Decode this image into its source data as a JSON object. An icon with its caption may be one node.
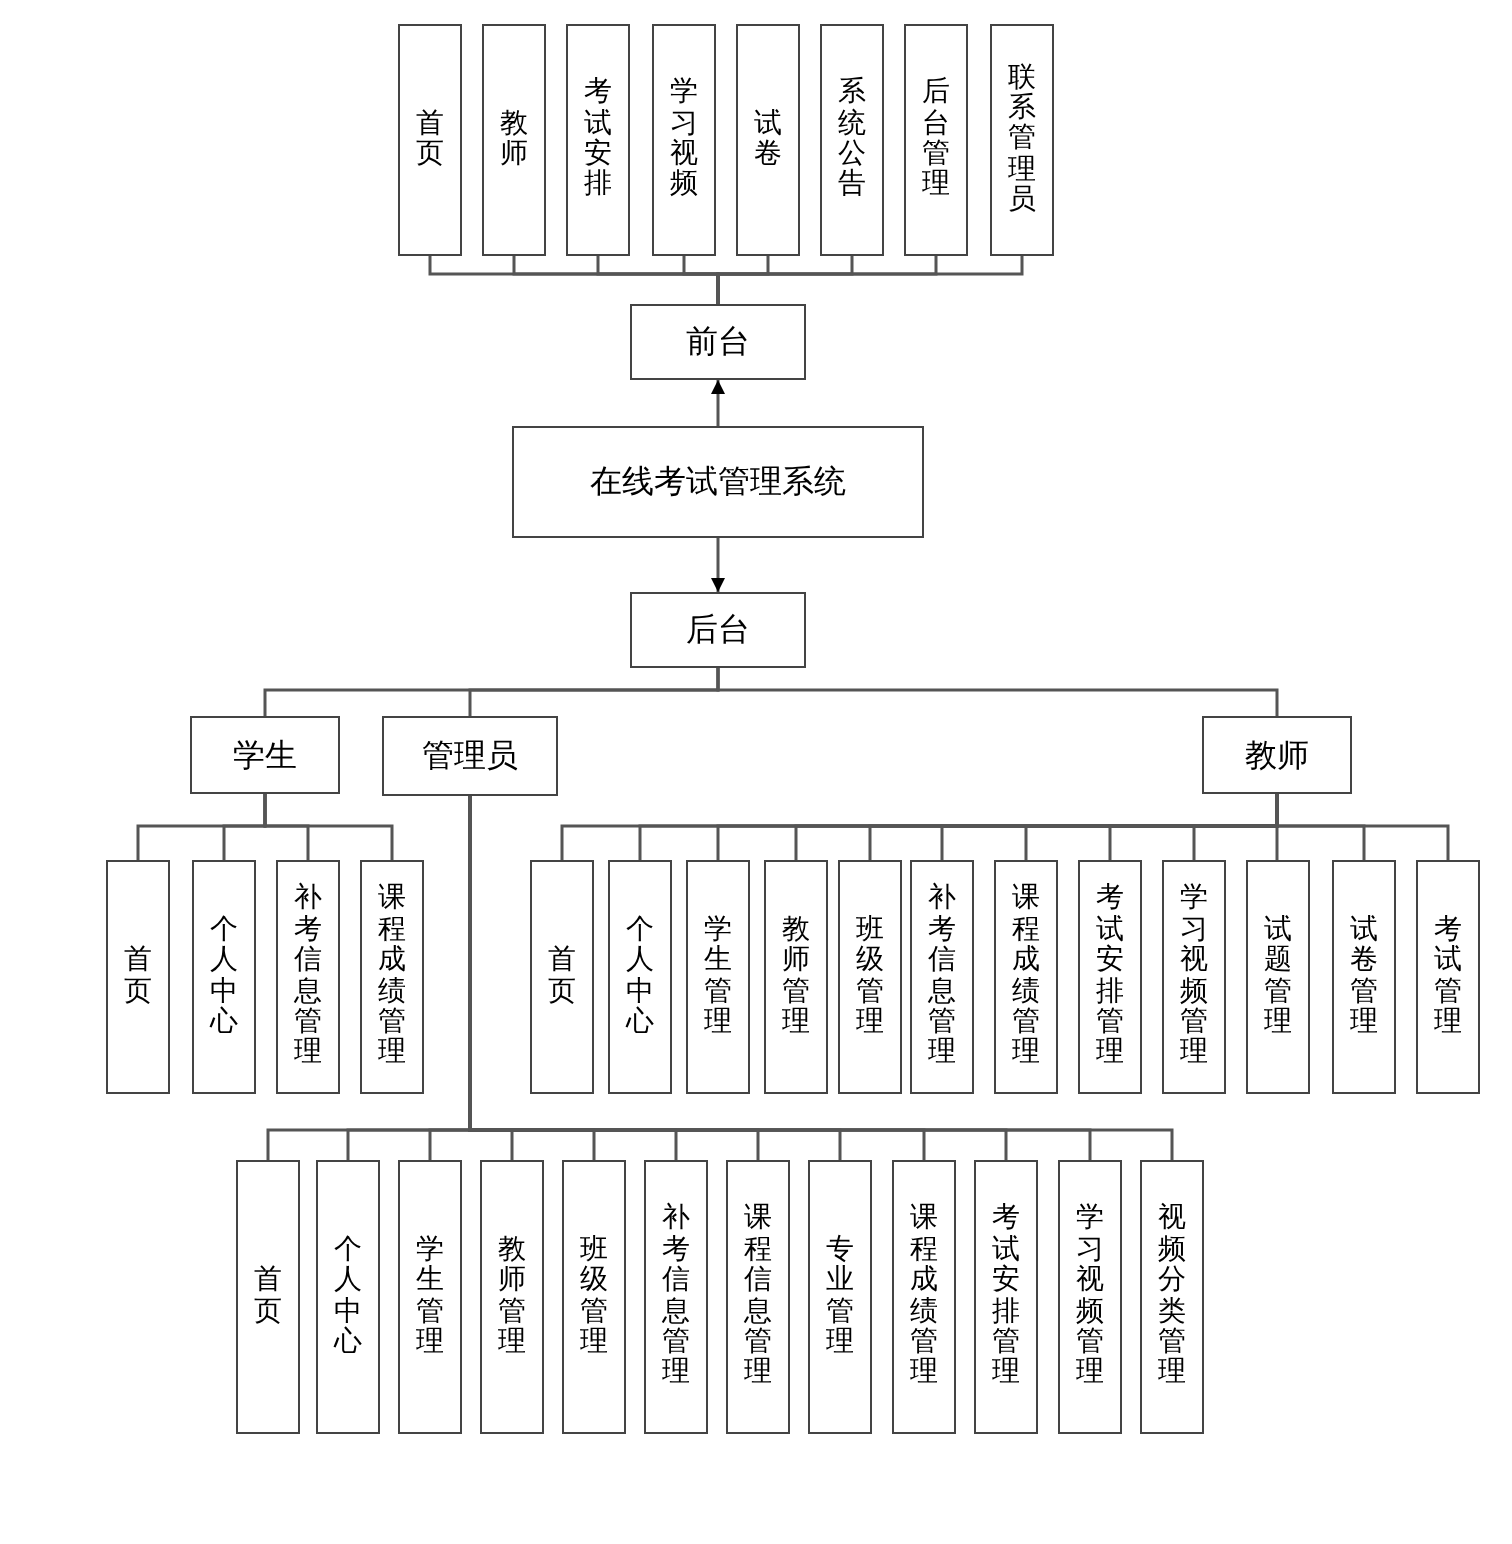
{
  "diagram": {
    "nodes": [
      {
        "text": [
          "在线考试管理系统"
        ]
      },
      {
        "text": [
          "前台"
        ]
      },
      {
        "text": [
          "首页"
        ]
      },
      {
        "text": [
          "教师"
        ]
      },
      {
        "text": [
          "考试安排"
        ]
      },
      {
        "text": [
          "学习视频"
        ]
      },
      {
        "text": [
          "试卷"
        ]
      },
      {
        "text": [
          "系统公告"
        ]
      },
      {
        "text": [
          "后台管理"
        ]
      },
      {
        "text": [
          "联系管理员"
        ]
      },
      {
        "text": [
          "后台"
        ]
      },
      {
        "text": [
          "学生"
        ]
      },
      {
        "text": [
          "管理员"
        ]
      },
      {
        "text": [
          "教师"
        ]
      },
      {
        "text": [
          "首页"
        ]
      },
      {
        "text": [
          "个人中心"
        ]
      },
      {
        "text": [
          "补考信息管理"
        ]
      },
      {
        "text": [
          "课程成绩管理"
        ]
      },
      {
        "text": [
          "首页"
        ]
      },
      {
        "text": [
          "个人中心"
        ]
      },
      {
        "text": [
          "学生管理"
        ]
      },
      {
        "text": [
          "教师管理"
        ]
      },
      {
        "text": [
          "班级管理"
        ]
      },
      {
        "text": [
          "补考信息管理"
        ]
      },
      {
        "text": [
          "课程成绩管理"
        ]
      },
      {
        "text": [
          "考试安排管理"
        ]
      },
      {
        "text": [
          "学习视频管理"
        ]
      },
      {
        "text": [
          "试题管理"
        ]
      },
      {
        "text": [
          "试卷管理"
        ]
      },
      {
        "text": [
          "考试管理"
        ]
      },
      {
        "text": [
          "首页"
        ]
      },
      {
        "text": [
          "个人中心"
        ]
      },
      {
        "text": [
          "学生管理"
        ]
      },
      {
        "text": [
          "教师管理"
        ]
      },
      {
        "text": [
          "班级管理"
        ]
      },
      {
        "text": [
          "补考信息管理"
        ]
      },
      {
        "text": [
          "课程信息管理"
        ]
      },
      {
        "text": [
          "专业管理"
        ]
      },
      {
        "text": [
          "课程成绩管理"
        ]
      },
      {
        "text": [
          "考试安排管理"
        ]
      },
      {
        "text": [
          "学习视频管理"
        ]
      },
      {
        "text": [
          "视频分类管理"
        ]
      }
    ],
    "edges": [
      {
        "from": 0,
        "to": 1,
        "arrow": "to"
      },
      {
        "from": 1,
        "to": 2,
        "arrow": "none"
      },
      {
        "from": 1,
        "to": 3,
        "arrow": "none"
      },
      {
        "from": 1,
        "to": 4,
        "arrow": "none"
      },
      {
        "from": 1,
        "to": 5,
        "arrow": "none"
      },
      {
        "from": 1,
        "to": 6,
        "arrow": "none"
      },
      {
        "from": 1,
        "to": 7,
        "arrow": "none"
      },
      {
        "from": 1,
        "to": 8,
        "arrow": "none"
      },
      {
        "from": 1,
        "to": 9,
        "arrow": "none"
      },
      {
        "from": 0,
        "to": 10,
        "arrow": "to"
      },
      {
        "from": 10,
        "to": 11,
        "arrow": "none"
      },
      {
        "from": 10,
        "to": 12,
        "arrow": "none"
      },
      {
        "from": 10,
        "to": 13,
        "arrow": "none"
      },
      {
        "from": 11,
        "to": 14,
        "arrow": "none"
      },
      {
        "from": 11,
        "to": 15,
        "arrow": "none"
      },
      {
        "from": 11,
        "to": 16,
        "arrow": "none"
      },
      {
        "from": 11,
        "to": 17,
        "arrow": "none"
      },
      {
        "from": 13,
        "to": 18,
        "arrow": "none"
      },
      {
        "from": 13,
        "to": 19,
        "arrow": "none"
      },
      {
        "from": 13,
        "to": 20,
        "arrow": "none"
      },
      {
        "from": 13,
        "to": 21,
        "arrow": "none"
      },
      {
        "from": 13,
        "to": 22,
        "arrow": "none"
      },
      {
        "from": 13,
        "to": 23,
        "arrow": "none"
      },
      {
        "from": 13,
        "to": 24,
        "arrow": "none"
      },
      {
        "from": 13,
        "to": 25,
        "arrow": "none"
      },
      {
        "from": 13,
        "to": 26,
        "arrow": "none"
      },
      {
        "from": 13,
        "to": 27,
        "arrow": "none"
      },
      {
        "from": 13,
        "to": 28,
        "arrow": "none"
      },
      {
        "from": 13,
        "to": 29,
        "arrow": "none"
      },
      {
        "from": 12,
        "to": 30,
        "arrow": "none"
      },
      {
        "from": 12,
        "to": 31,
        "arrow": "none"
      },
      {
        "from": 12,
        "to": 32,
        "arrow": "none"
      },
      {
        "from": 12,
        "to": 33,
        "arrow": "none"
      },
      {
        "from": 12,
        "to": 34,
        "arrow": "none"
      },
      {
        "from": 12,
        "to": 35,
        "arrow": "none"
      },
      {
        "from": 12,
        "to": 36,
        "arrow": "none"
      },
      {
        "from": 12,
        "to": 37,
        "arrow": "none"
      },
      {
        "from": 12,
        "to": 38,
        "arrow": "none"
      },
      {
        "from": 12,
        "to": 39,
        "arrow": "none"
      },
      {
        "from": 12,
        "to": 40,
        "arrow": "none"
      },
      {
        "from": 12,
        "to": 41,
        "arrow": "none"
      }
    ]
  }
}
